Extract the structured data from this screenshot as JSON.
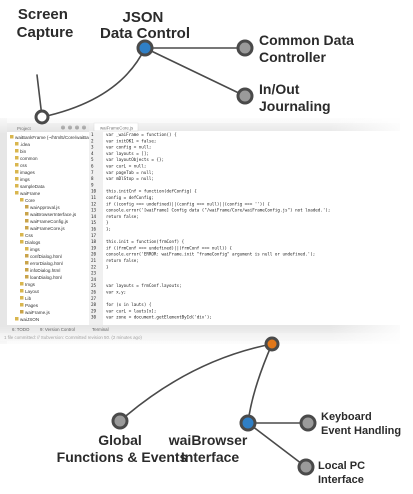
{
  "labels": {
    "screen_capture": [
      "Screen",
      "Capture"
    ],
    "json_data_control": [
      "JSON",
      "Data Control"
    ],
    "common_data_controller": [
      "Common Data",
      "Controller"
    ],
    "in_out_journaling": [
      "In/Out",
      "Journaling"
    ],
    "global_functions_events": [
      "Global",
      "Functions & Events"
    ],
    "waibrowser_interface": [
      "waiBrowser",
      "Interface"
    ],
    "keyboard_event_handling": [
      "Keyboard",
      "Event Handling"
    ],
    "local_pc_interface": [
      "Local PC",
      "Interface"
    ]
  },
  "colors": {
    "line": "#4a4a4a",
    "gray_node": "#9a9a9a",
    "blue_node": "#2f7fc6",
    "orange_node": "#e0771a"
  },
  "ide": {
    "project_tab": "Project",
    "file_tab": "waiFrameCore.js",
    "tree_items": [
      "waiBankFrame (~/html5/Core/waiBankFrame)",
      ".idea",
      "bin",
      "common",
      "css",
      "images",
      "imgs",
      "sampleData",
      "waiFrame",
      "Core",
      "waiApproval.js",
      "waiBrowserInterface.js",
      "waiFrameConfig.js",
      "waiFrameCore.js",
      "Css",
      "Dialogs",
      "imgs",
      "confDialog.html",
      "errorDialog.html",
      "infoDialog.html",
      "loanDialog.html",
      "Imgs",
      "Layout",
      "Lib",
      "Pages",
      "waiFrame.js",
      "waiJSON"
    ],
    "code_lines": [
      "var _waiFrame = function() {",
      "    var initOK1 = false;",
      "    var config = null;",
      "    var layouts = [];",
      "    var layoutObjects = {};",
      "    var curL = null;",
      "    var pageTab = null;",
      "    var mDlStop = null;",
      "",
      "    this.initCnf = function(defConfig) {",
      "        config = defConfig;",
      "        if ((config === undefined)||(config === null)||(config === '')) {",
      "            console.error('[waiFrame] Config data (\"/waiFrame/Core/waiFrameConfig.js\") not loaded.');",
      "            return false;",
      "        }",
      "    };",
      "",
      "    this.init = function(frmConf) {",
      "        if ((frmConf === undefined)||(frmConf === null)) {",
      "            console.error('ERROR: waiFrame.init \"frameConfig\" argument is null or undefined.');",
      "            return false;",
      "        }",
      "",
      "",
      "        var layouts = frmConf.layouts;",
      "        var x,y;",
      "",
      "        for (x in lauts) {",
      "            var curL = lauts[x];",
      "            var zone = document.getElementById('div');"
    ],
    "bottom_tabs": [
      "6: TODO",
      "9: Version Control",
      "Terminal"
    ],
    "status_text": "1 file committed: // Subversion: Committed revision 50. (2 minutes ago)"
  }
}
